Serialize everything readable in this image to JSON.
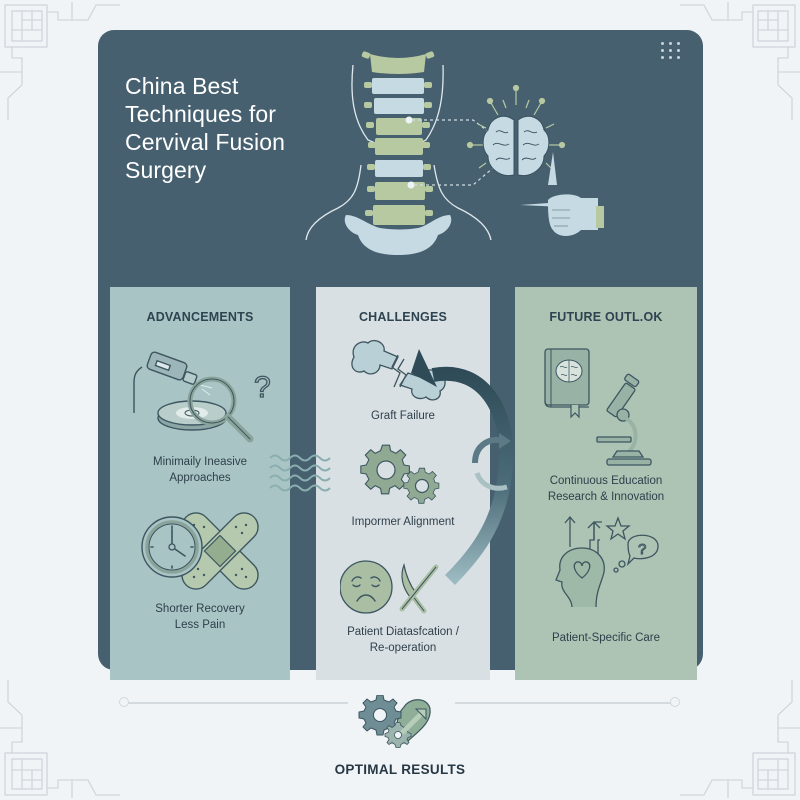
{
  "hero": {
    "title_lines": [
      "China Best",
      "Techniques for",
      "Cervival Fusion",
      "Surgery"
    ],
    "icons": [
      "cervical-spine-icon",
      "brain-icon",
      "scalpel-hand-icon",
      "dot-grid-icon"
    ]
  },
  "panels": [
    {
      "id": "advancements",
      "heading": "ADVANCEMENTS",
      "color": "#a9c4c5",
      "items": [
        {
          "icon": "endoscope-magnifier-icon",
          "label_lines": [
            "Minimaily Ineasive",
            "Approaches"
          ]
        },
        {
          "icon": "clock-bandage-icon",
          "label_lines": [
            "Shorter Recovery",
            "Less Pain"
          ]
        }
      ]
    },
    {
      "id": "challenges",
      "heading": "CHALLENGES",
      "color": "#d9e0e4",
      "items": [
        {
          "icon": "broken-bone-icon",
          "label_lines": [
            "Graft Failure"
          ]
        },
        {
          "icon": "gears-icon",
          "label_lines": [
            "Impormer Alignment"
          ]
        },
        {
          "icon": "sad-face-scalpel-icon",
          "label_lines": [
            "Patient Diatasfcation /",
            "Re-operation"
          ]
        }
      ]
    },
    {
      "id": "future",
      "heading": "FUTURE OUTL.OK",
      "color": "#adc4b4",
      "items": [
        {
          "icon": "book-microscope-icon",
          "label_lines": [
            "Continuous Education",
            "Research & Innovation"
          ]
        },
        {
          "icon": "head-heart-icon",
          "label_lines": [
            "Patient-Specific Care"
          ]
        }
      ]
    }
  ],
  "footer": {
    "icon": "gear-heart-arrow-icon",
    "label": "OPTIMAL RESULTS"
  },
  "colors": {
    "background": "#f1f4f7",
    "hero": "#46606f",
    "accent_green": "#b7c9a0",
    "accent_light": "#c9dde3",
    "text_dark": "#2e4350"
  }
}
